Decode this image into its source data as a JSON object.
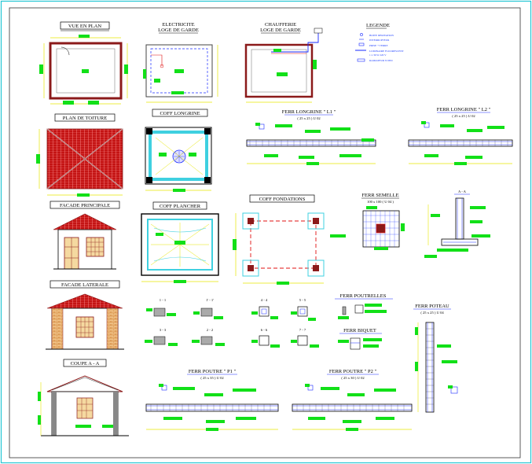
{
  "sheet": {
    "colors": {
      "frame": "#26c6d4",
      "wall": "#8b1a1a",
      "dim": "#e6e600",
      "dim_text": "#12e018",
      "rebar": "#1a2bff",
      "cyan": "#3fd0e0",
      "roof": "#b01818",
      "dash_red": "#e01010"
    },
    "titles": {
      "vue_en_plan": "VUE  EN  PLAN",
      "electricite": "ELECTRICITE",
      "electricite_sub": "LOGE DE GARDE",
      "chaufferie": "CHAUFFERIE",
      "chaufferie_sub": "LOGE DE GARDE",
      "legende": "LEGENDE",
      "plan_toiture": "PLAN DE TOITURE",
      "coff_longrine": "COFF LONGRINE",
      "ferr_longrine_l1": "FERR LONGRINE \" L1 \"",
      "ferr_longrine_l1_dim": "( 25 x 25 ) U 02",
      "ferr_longrine_l2": "FERR LONGRINE \" L2 \"",
      "ferr_longrine_l2_dim": "( 25 x 25 ) U 02",
      "facade_principale": "FACADE PRINCIPALE",
      "coff_plancher": "COFF PLANCHER",
      "coff_fondations": "COFF FONDATIONS",
      "ferr_semelle": "FERR SEMELLE",
      "ferr_semelle_dim": "100 x 100 ( U 04 )",
      "section_aa_small": "A - A",
      "facade_laterale": "FACADE LATERALE",
      "ferr_poutrelles": "FERR POUTRELLES",
      "ferr_poteau": "FERR POTEAU",
      "ferr_poteau_dim": "( 25 x 25 ) U 04",
      "ferr_biquet": "FERR BIQUET",
      "coupe_aa": "COUPE  A - A",
      "ferr_poutre_p1": "FERR POUTRE \" P1 \"",
      "ferr_poutre_p1_dim": "( 25 x 35 ) U 02",
      "ferr_poutre_p2": "FERR POUTRE \" P2 \"",
      "ferr_poutre_p2_dim": "( 25 x 30 ) U 02"
    },
    "legend_items": [
      "BOITE DERIVATION",
      "INTERRUPTEUR",
      "PRISE + TERRE",
      "LUMINAIRE FLUORESCENT",
      "1 x 36 W  220 V",
      "RADIATEUR  N 0ED"
    ],
    "section_labels": [
      "1 - 1",
      "1' - 1'",
      "4 - 4",
      "5 - 5",
      "3 - 3",
      "2 - 2",
      "6 - 6",
      "7 - 7"
    ]
  }
}
